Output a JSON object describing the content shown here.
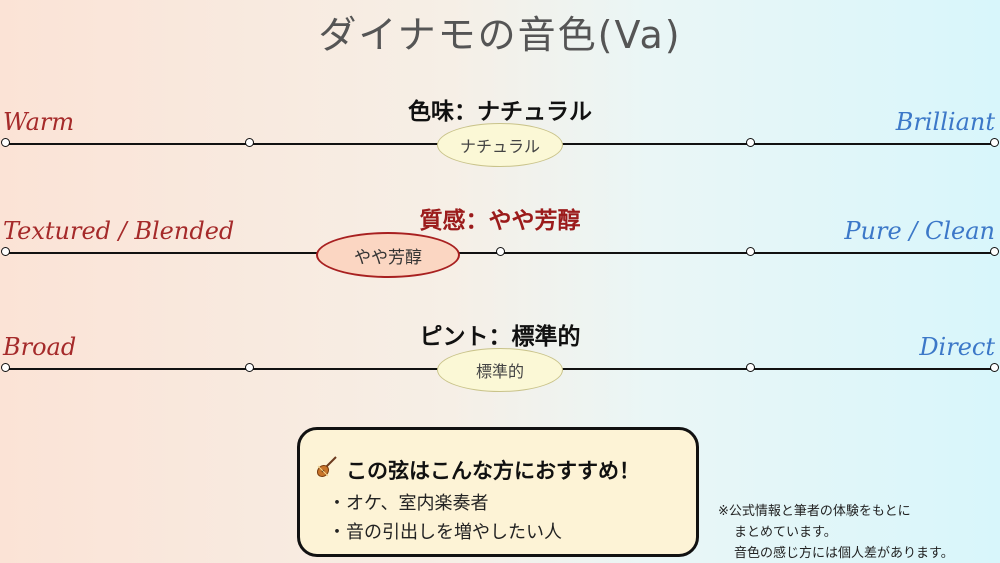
{
  "title": "ダイナモの音色(Va)",
  "scales": [
    {
      "heading": "色味：ナチュラル",
      "left": "Warm",
      "right": "Brilliant",
      "value": "ナチュラル"
    },
    {
      "heading": "質感：やや芳醇",
      "left": "Textured / Blended",
      "right": "Pure / Clean",
      "value": "やや芳醇"
    },
    {
      "heading": "ピント：標準的",
      "left": "Broad",
      "right": "Direct",
      "value": "標準的"
    }
  ],
  "recommendation": {
    "icon": "violin-icon",
    "title": "この弦はこんな方におすすめ！",
    "items": [
      "・オケ、室内楽奏者",
      "・音の引出しを増やしたい人"
    ]
  },
  "note": {
    "line1": "※公式情報と筆者の体験をもとに",
    "line2": "まとめています。",
    "line3": "音色の感じ方には個人差があります。"
  }
}
